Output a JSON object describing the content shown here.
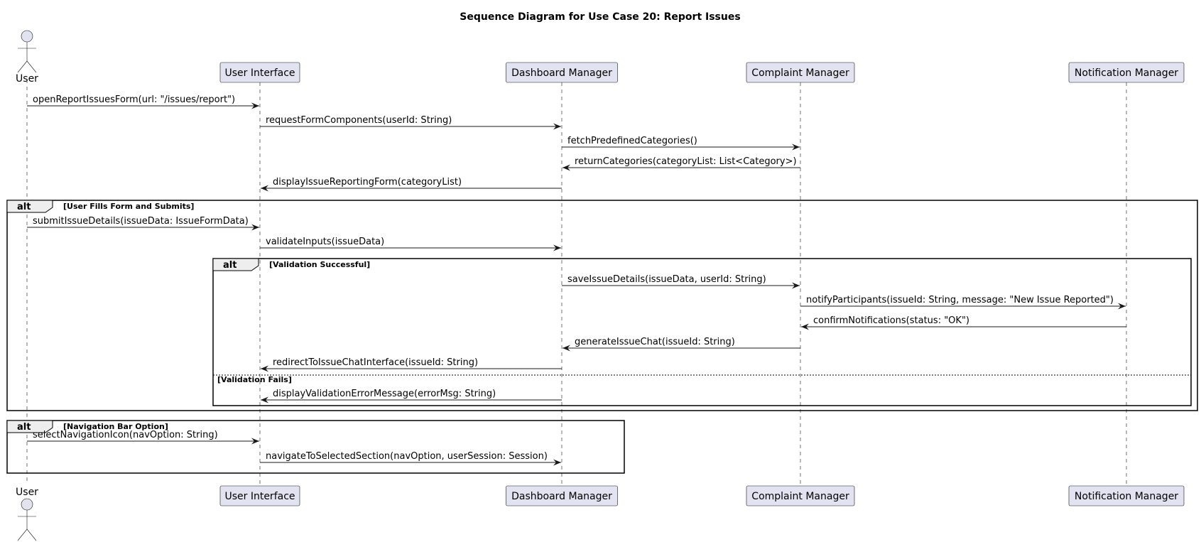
{
  "title": "Sequence Diagram for Use Case 20: Report Issues",
  "participants": [
    {
      "id": "user",
      "label": "User",
      "kind": "actor"
    },
    {
      "id": "ui",
      "label": "User Interface",
      "kind": "participant"
    },
    {
      "id": "dash",
      "label": "Dashboard Manager",
      "kind": "participant"
    },
    {
      "id": "comp",
      "label": "Complaint Manager",
      "kind": "participant"
    },
    {
      "id": "notif",
      "label": "Notification Manager",
      "kind": "participant"
    }
  ],
  "messages": [
    {
      "from": "user",
      "to": "ui",
      "label": "openReportIssuesForm(url: \"/issues/report\")"
    },
    {
      "from": "ui",
      "to": "dash",
      "label": "requestFormComponents(userId: String)"
    },
    {
      "from": "dash",
      "to": "comp",
      "label": "fetchPredefinedCategories()"
    },
    {
      "from": "comp",
      "to": "dash",
      "label": "returnCategories(categoryList: List<Category>)"
    },
    {
      "from": "dash",
      "to": "ui",
      "label": "displayIssueReportingForm(categoryList)"
    },
    {
      "from": "user",
      "to": "ui",
      "label": "submitIssueDetails(issueData: IssueFormData)"
    },
    {
      "from": "ui",
      "to": "dash",
      "label": "validateInputs(issueData)"
    },
    {
      "from": "dash",
      "to": "comp",
      "label": "saveIssueDetails(issueData, userId: String)"
    },
    {
      "from": "comp",
      "to": "notif",
      "label": "notifyParticipants(issueId: String, message: \"New Issue Reported\")"
    },
    {
      "from": "notif",
      "to": "comp",
      "label": "confirmNotifications(status: \"OK\")"
    },
    {
      "from": "comp",
      "to": "dash",
      "label": "generateIssueChat(issueId: String)"
    },
    {
      "from": "dash",
      "to": "ui",
      "label": "redirectToIssueChatInterface(issueId: String)"
    },
    {
      "from": "dash",
      "to": "ui",
      "label": "displayValidationErrorMessage(errorMsg: String)"
    },
    {
      "from": "user",
      "to": "ui",
      "label": "selectNavigationIcon(navOption: String)"
    },
    {
      "from": "ui",
      "to": "dash",
      "label": "navigateToSelectedSection(navOption, userSession: Session)"
    }
  ],
  "fragments": [
    {
      "kind": "alt",
      "condition": "[User Fills Form and Submits]"
    },
    {
      "kind": "alt",
      "condition": "[Validation Successful]",
      "else_condition": "[Validation Fails]"
    },
    {
      "kind": "alt",
      "condition": "[Navigation Bar Option]"
    }
  ]
}
